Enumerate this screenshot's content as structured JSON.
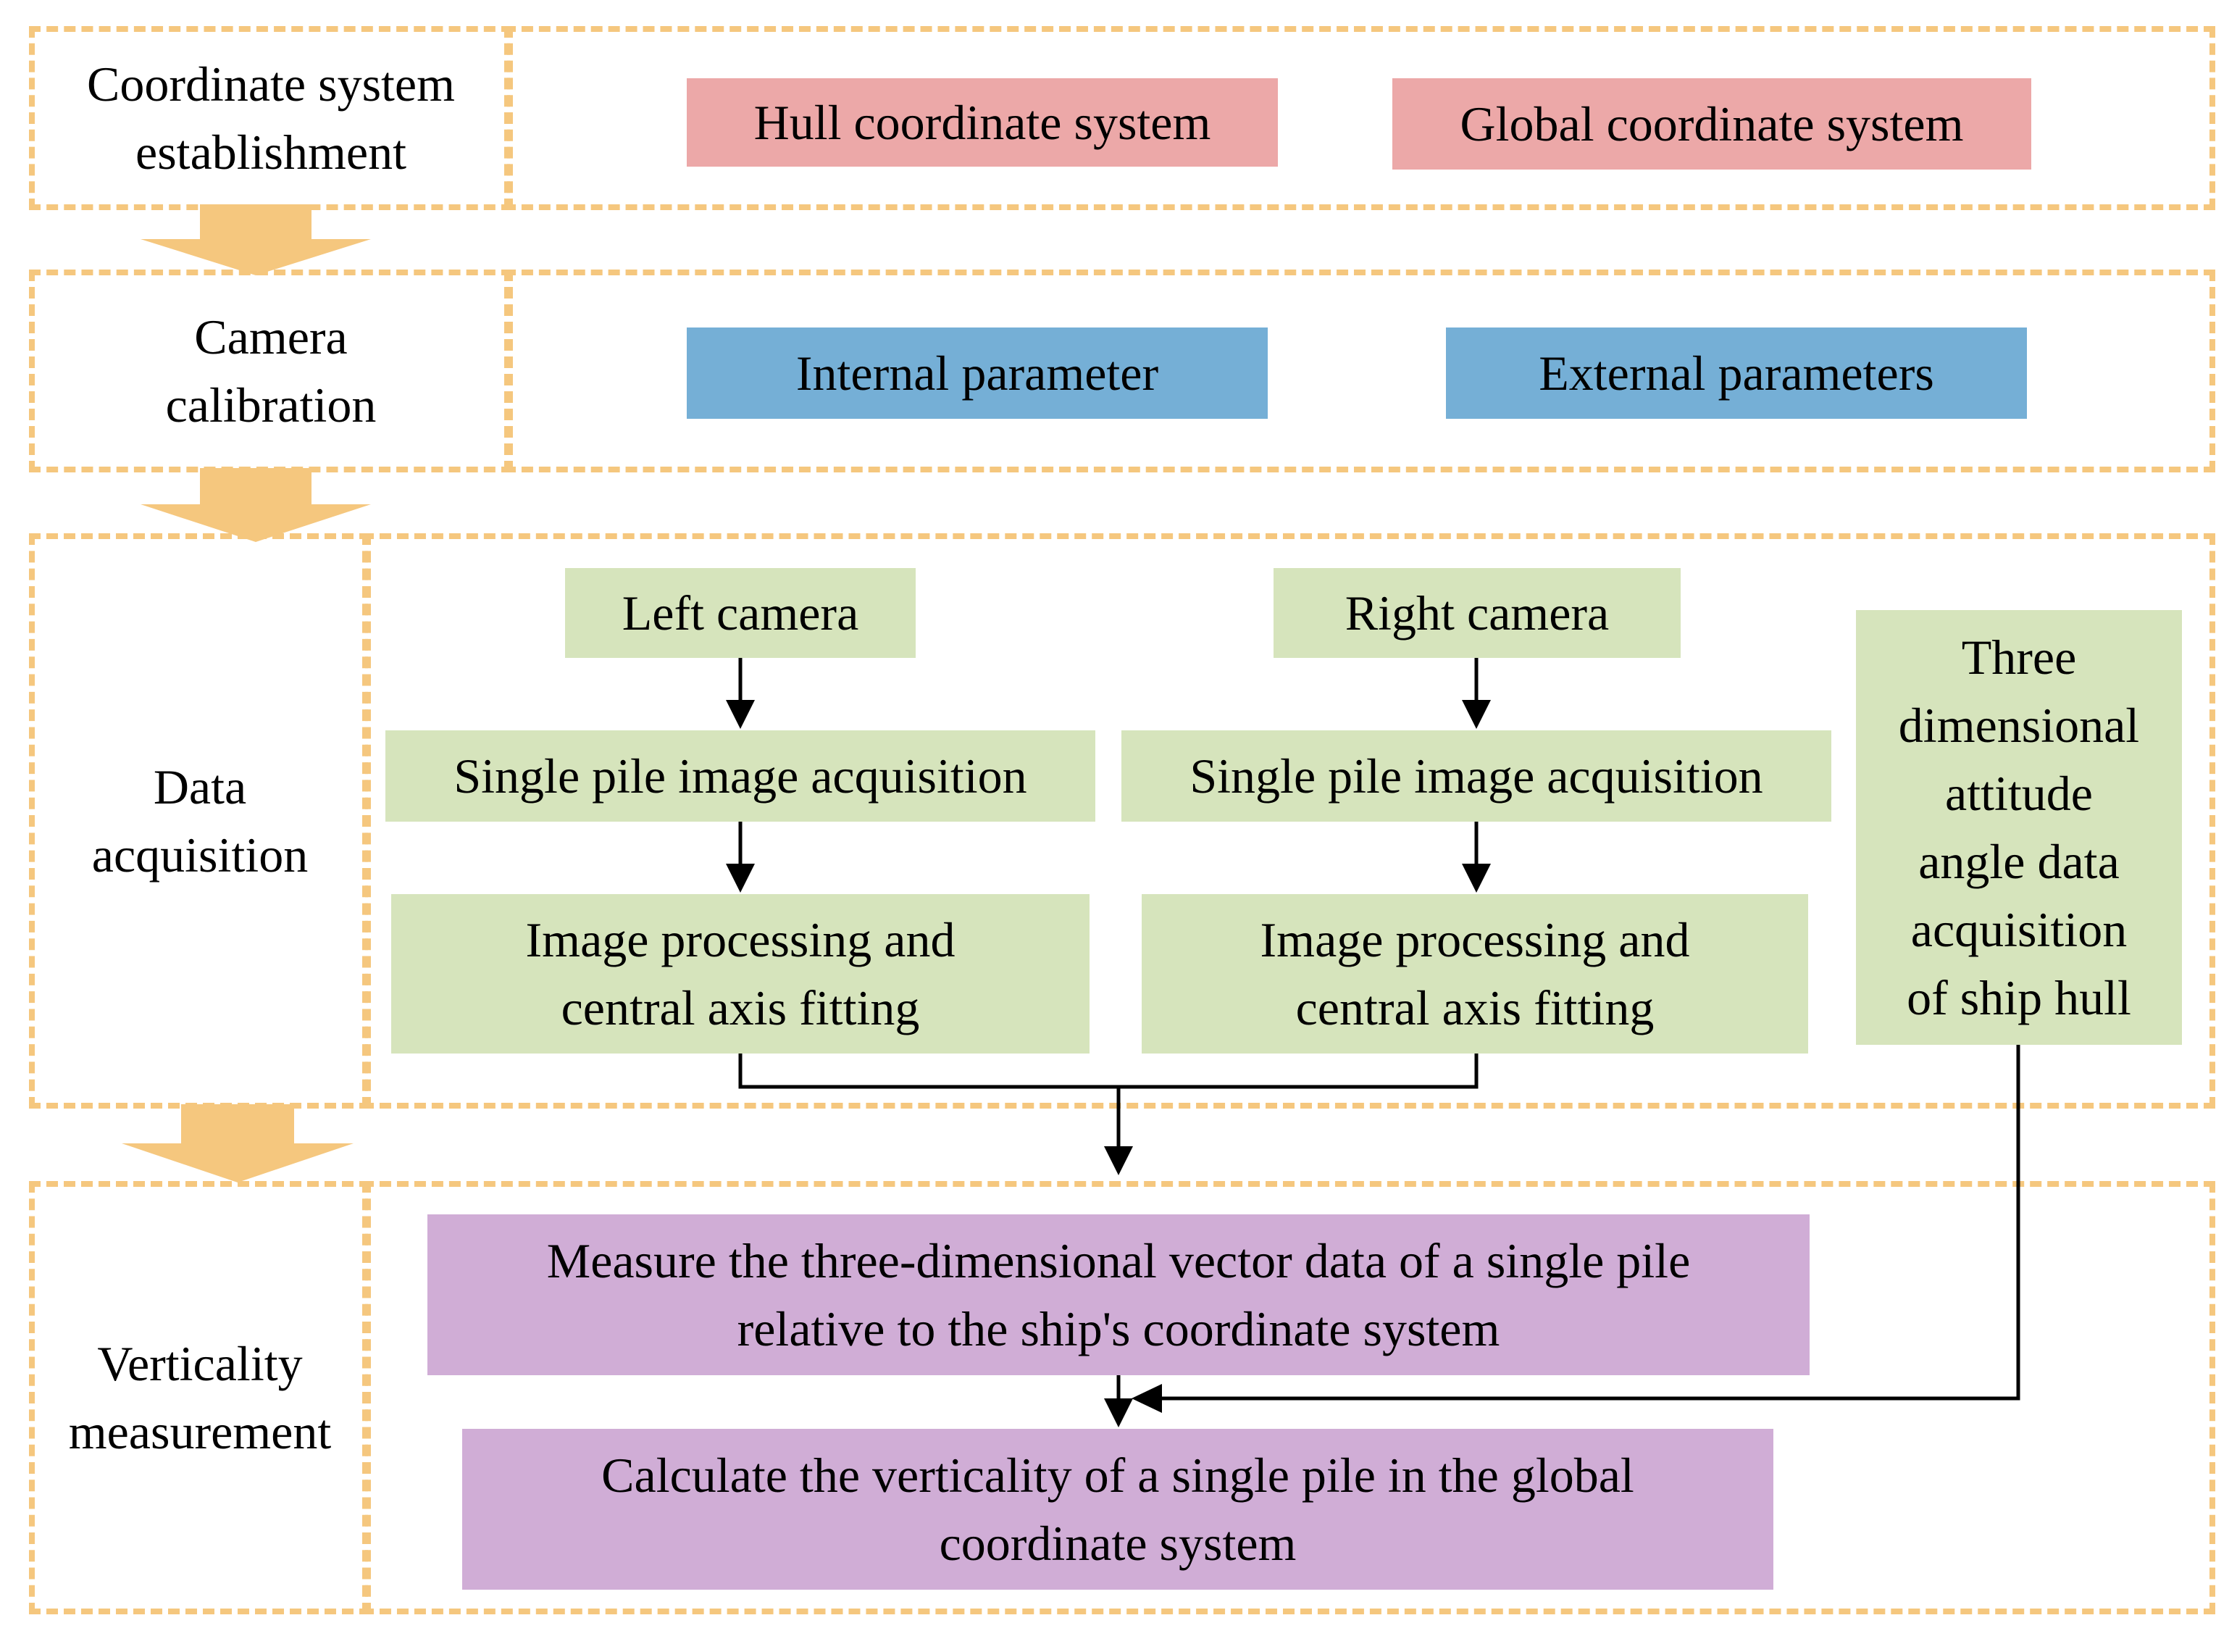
{
  "colors": {
    "frame_border": "#F5C77E",
    "flow_arrow": "#F5C77E",
    "coordinate_box": "#ECA8A8",
    "calibration_box": "#75AFD6",
    "acquisition_box": "#D6E4BC",
    "measurement_box": "#D0ADD6",
    "connector": "#000000"
  },
  "stages": {
    "coordinate": {
      "label": [
        "Coordinate system",
        "establishment"
      ],
      "boxes": [
        "Hull coordinate system",
        "Global coordinate system"
      ]
    },
    "calibration": {
      "label": [
        "Camera",
        "calibration"
      ],
      "boxes": [
        "Internal parameter",
        "External parameters"
      ]
    },
    "acquisition": {
      "label": [
        "Data",
        "acquisition"
      ],
      "left_camera": "Left camera",
      "right_camera": "Right camera",
      "left_image": "Single pile image acquisition",
      "right_image": "Single pile image acquisition",
      "left_processing": [
        "Image processing and",
        "central axis fitting"
      ],
      "right_processing": [
        "Image processing and",
        "central axis fitting"
      ],
      "attitude": [
        "Three",
        "dimensional",
        "attitude",
        "angle data",
        "acquisition",
        "of ship hull"
      ]
    },
    "verticality": {
      "label": [
        "Verticality",
        "measurement"
      ],
      "measure": [
        "Measure the three-dimensional vector data of a single pile",
        "relative to the ship's coordinate system"
      ],
      "calculate": [
        "Calculate the verticality of a single pile in the global",
        "coordinate system"
      ]
    }
  }
}
